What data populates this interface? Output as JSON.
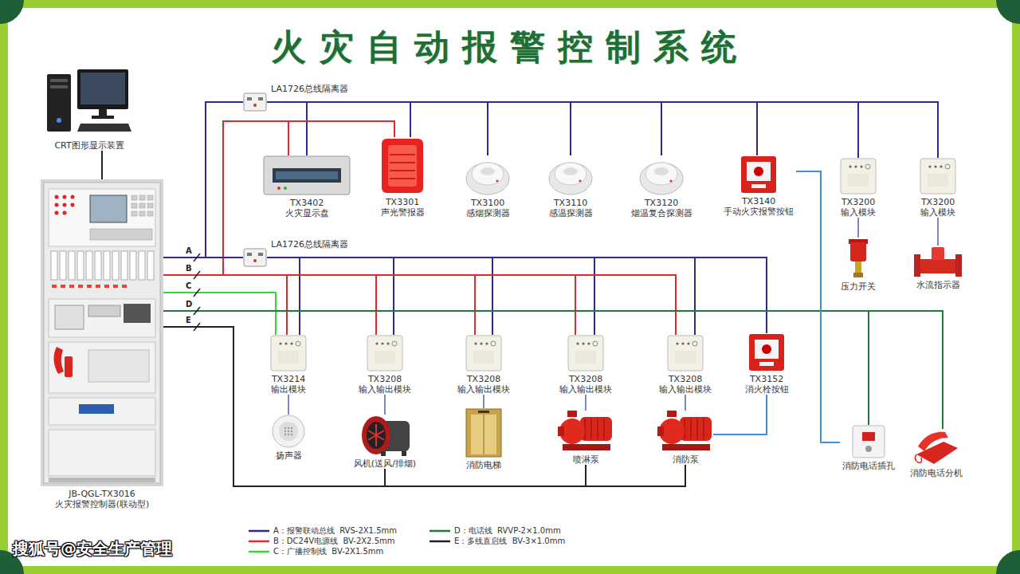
{
  "diagram": {
    "title": "火灾自动报警控制系统",
    "nodes": [
      {
        "text": [
          "CRT图形显示装置"
        ]
      },
      {
        "text": [
          "JB-QGL-TX3016",
          "火灾报警控制器(联动型)"
        ]
      },
      {
        "text": [
          "LA1726总线隔离器"
        ]
      },
      {
        "text": [
          "TX3402",
          "火灾显示盘"
        ]
      },
      {
        "text": [
          "TX3301",
          "声光警报器"
        ]
      },
      {
        "text": [
          "TX3100",
          "感烟探测器"
        ]
      },
      {
        "text": [
          "TX3110",
          "感温探测器"
        ]
      },
      {
        "text": [
          "TX3120",
          "烟温复合探测器"
        ]
      },
      {
        "text": [
          "TX3140",
          "手动火灾报警按钮"
        ]
      },
      {
        "text": [
          "TX3200",
          "输入模块"
        ]
      },
      {
        "text": [
          "TX3200",
          "输入模块"
        ]
      },
      {
        "text": [
          "压力开关"
        ]
      },
      {
        "text": [
          "水流指示器"
        ]
      },
      {
        "text": [
          "LA1726总线隔离器"
        ]
      },
      {
        "text": [
          "TX3214",
          "输出模块"
        ]
      },
      {
        "text": [
          "TX3208",
          "输入输出模块"
        ]
      },
      {
        "text": [
          "TX3208",
          "输入输出模块"
        ]
      },
      {
        "text": [
          "TX3208",
          "输入输出模块"
        ]
      },
      {
        "text": [
          "TX3208",
          "输入输出模块"
        ]
      },
      {
        "text": [
          "TX3152",
          "消火栓按钮"
        ]
      },
      {
        "text": [
          "扬声器"
        ]
      },
      {
        "text": [
          "风机(送风/排烟)"
        ]
      },
      {
        "text": [
          "消防电梯"
        ]
      },
      {
        "text": [
          "喷淋泵"
        ]
      },
      {
        "text": [
          "消防泵"
        ]
      },
      {
        "text": [
          "消防电话插孔"
        ]
      },
      {
        "text": [
          "消防电话分机"
        ]
      }
    ],
    "edges": [
      {
        "from": 0,
        "to": 1,
        "arrow": "none"
      },
      {
        "from": 1,
        "to": 2,
        "arrow": "none"
      },
      {
        "from": 2,
        "to": 3,
        "arrow": "none"
      },
      {
        "from": 2,
        "to": 4,
        "arrow": "none"
      },
      {
        "from": 2,
        "to": 5,
        "arrow": "none"
      },
      {
        "from": 2,
        "to": 6,
        "arrow": "none"
      },
      {
        "from": 2,
        "to": 7,
        "arrow": "none"
      },
      {
        "from": 2,
        "to": 8,
        "arrow": "none"
      },
      {
        "from": 2,
        "to": 9,
        "arrow": "none"
      },
      {
        "from": 2,
        "to": 10,
        "arrow": "none"
      },
      {
        "from": 1,
        "to": 3,
        "arrow": "none"
      },
      {
        "from": 1,
        "to": 4,
        "arrow": "none"
      },
      {
        "from": 1,
        "to": 13,
        "arrow": "none"
      },
      {
        "from": 13,
        "to": 14,
        "arrow": "none"
      },
      {
        "from": 13,
        "to": 15,
        "arrow": "none"
      },
      {
        "from": 13,
        "to": 16,
        "arrow": "none"
      },
      {
        "from": 13,
        "to": 17,
        "arrow": "none"
      },
      {
        "from": 13,
        "to": 18,
        "arrow": "none"
      },
      {
        "from": 13,
        "to": 19,
        "arrow": "none"
      },
      {
        "from": 1,
        "to": 14,
        "arrow": "none"
      },
      {
        "from": 1,
        "to": 15,
        "arrow": "none"
      },
      {
        "from": 1,
        "to": 16,
        "arrow": "none"
      },
      {
        "from": 1,
        "to": 17,
        "arrow": "none"
      },
      {
        "from": 1,
        "to": 18,
        "arrow": "none"
      },
      {
        "from": 1,
        "to": 14,
        "arrow": "none"
      },
      {
        "from": 1,
        "to": 25,
        "arrow": "none"
      },
      {
        "from": 1,
        "to": 26,
        "arrow": "none"
      },
      {
        "from": 1,
        "to": 21,
        "arrow": "none"
      },
      {
        "from": 1,
        "to": 23,
        "arrow": "none"
      },
      {
        "from": 1,
        "to": 24,
        "arrow": "none"
      },
      {
        "from": 9,
        "to": 11,
        "arrow": "none"
      },
      {
        "from": 10,
        "to": 12,
        "arrow": "none"
      },
      {
        "from": 14,
        "to": 20,
        "arrow": "none"
      },
      {
        "from": 15,
        "to": 21,
        "arrow": "none"
      },
      {
        "from": 16,
        "to": 22,
        "arrow": "none"
      },
      {
        "from": 17,
        "to": 23,
        "arrow": "none"
      },
      {
        "from": 18,
        "to": 24,
        "arrow": "none"
      },
      {
        "from": 19,
        "to": 24,
        "arrow": "none"
      },
      {
        "from": 8,
        "to": 25,
        "arrow": "none"
      }
    ],
    "labels": [
      "A",
      "B",
      "C",
      "D",
      "E",
      "搜狐号@安全生产管理"
    ],
    "legend": [
      {
        "text": "A：报警联动总线  RVS-2X1.5mm"
      },
      {
        "text": "B：DC24V电源线  BV-2X2.5mm"
      },
      {
        "text": "C：广播控制线  BV-2X1.5mm"
      },
      {
        "text": "D：电话线  RVVP-2×1.0mm"
      },
      {
        "text": "E：多线直启线  BV-3×1.0mm"
      }
    ]
  }
}
